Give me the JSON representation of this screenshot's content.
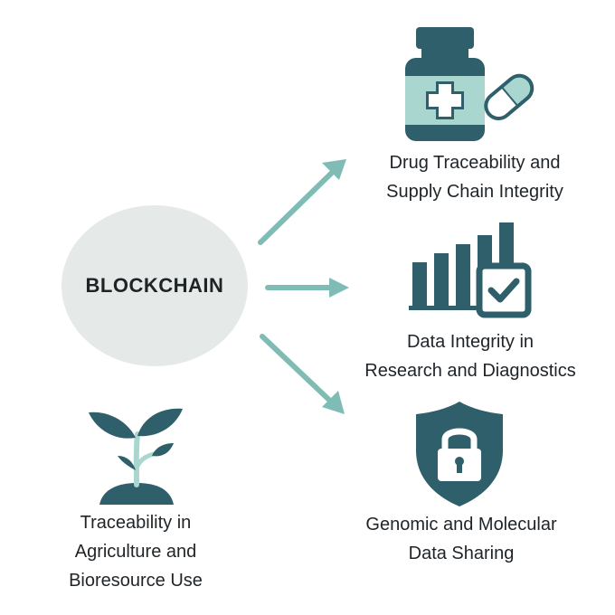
{
  "center": {
    "label": "BLOCKCHAIN"
  },
  "nodes": [
    {
      "id": "drug",
      "icon": "medicine-bottle-icon",
      "lines": [
        "Drug Traceability and",
        "Supply Chain Integrity"
      ]
    },
    {
      "id": "data",
      "icon": "bar-chart-check-icon",
      "lines": [
        "Data Integrity in",
        "Research and Diagnostics"
      ]
    },
    {
      "id": "genomic",
      "icon": "shield-lock-icon",
      "lines": [
        "Genomic and Molecular",
        "Data Sharing"
      ]
    },
    {
      "id": "agri",
      "icon": "sprout-icon",
      "lines": [
        "Traceability in",
        "Agriculture and",
        "Bioresource Use"
      ]
    }
  ],
  "colors": {
    "icon_dark": "#2f5f6b",
    "icon_light": "#a9d6cf",
    "arrow": "#7fbcb5",
    "center_fill": "#e5eae9"
  }
}
